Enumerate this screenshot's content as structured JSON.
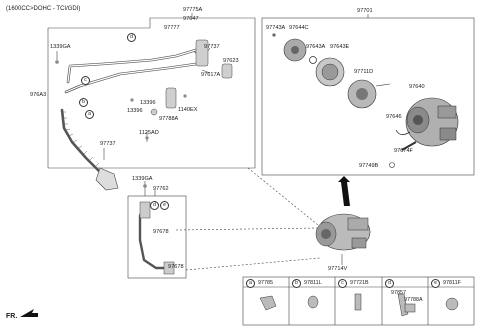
{
  "header": {
    "engine_spec": "(1600CC>DOHC - TCI/GDI)"
  },
  "footer": {
    "fr_label": "FR."
  },
  "parts": {
    "p97775A": "97775A",
    "p97647": "97647",
    "p97777": "97777",
    "p1339GA_top": "1339GA",
    "p97737_a": "97737",
    "p97623": "97623",
    "p97617A": "97617A",
    "p976A3": "976A3",
    "p13396_a": "13396",
    "p13396_b": "13396",
    "p1140EX": "1140EX",
    "p97788A": "97788A",
    "p1125AD": "1125AD",
    "p97737_b": "97737",
    "p1339GA_low": "1339GA",
    "p97762": "97762",
    "p97678_a": "97678",
    "p97678_b": "97678",
    "p97714V": "97714V",
    "p97701": "97701",
    "p97743A": "97743A",
    "p97644C": "97644C",
    "p97643A": "97643A",
    "p97643E": "97643E",
    "p97711D": "97711D",
    "p97640": "97640",
    "p97646": "97646",
    "p97674F": "97674F",
    "p97749B": "97749B"
  },
  "callouts": {
    "a": "a",
    "b": "b",
    "c": "c",
    "d": "d",
    "e": "e"
  },
  "legend": [
    {
      "key": "a",
      "part": "97785"
    },
    {
      "key": "b",
      "part": "97811L"
    },
    {
      "key": "c",
      "part": "97721B"
    },
    {
      "key": "d",
      "part": "97857",
      "part2": "97788A"
    },
    {
      "key": "e",
      "part": "97811F"
    }
  ]
}
